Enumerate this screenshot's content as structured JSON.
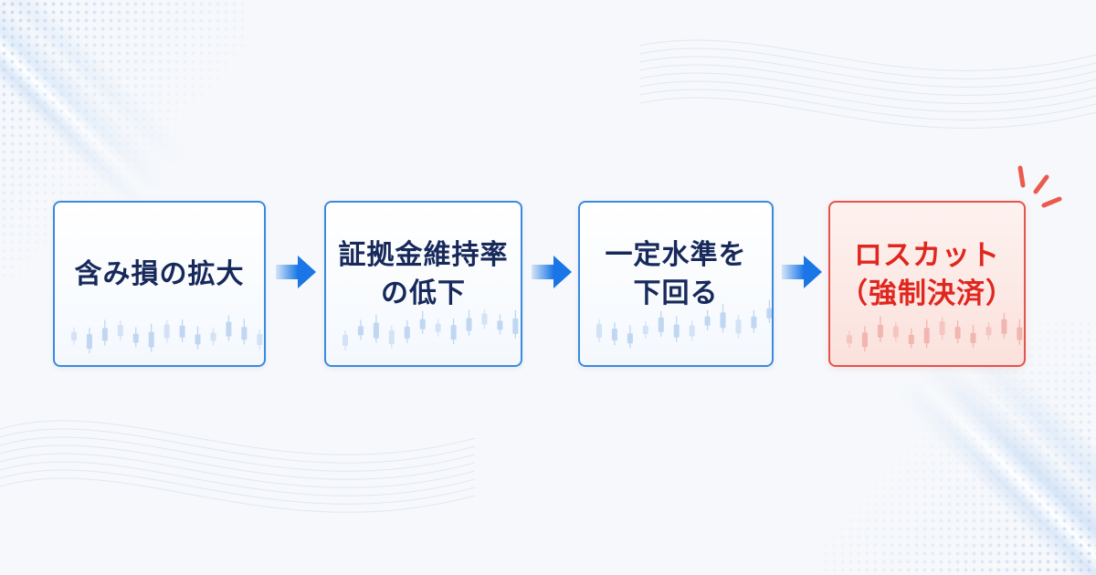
{
  "colors": {
    "background": "#f6f8fb",
    "box_border": "#3a8ae0",
    "text": "#17295b",
    "arrow": "#1a76e6",
    "candle": "#b7d1f1",
    "alert_border": "#e4544b",
    "alert_text": "#e0271f",
    "alert_candle": "#f1aea8"
  },
  "icons": {
    "connector": "arrow-right-icon",
    "alert_mark": "alert-burst-icon"
  },
  "steps": [
    {
      "lines": [
        "含み損の拡大"
      ],
      "highlight": false
    },
    {
      "lines": [
        "証拠金維持率",
        "の低下"
      ],
      "highlight": false
    },
    {
      "lines": [
        "一定水準を",
        "下回る"
      ],
      "highlight": false
    },
    {
      "lines": [
        "ロスカット",
        "（強制決済）"
      ],
      "highlight": true
    }
  ]
}
